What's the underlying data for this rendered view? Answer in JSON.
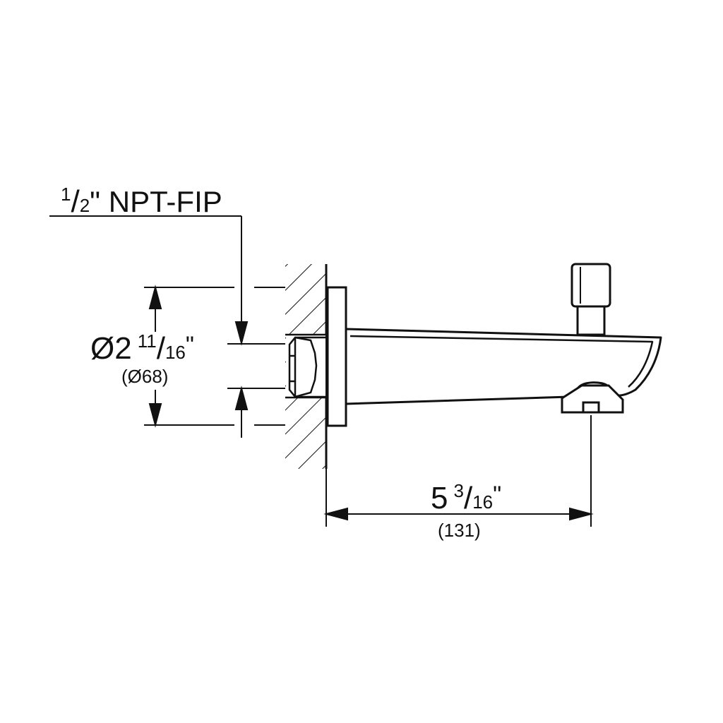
{
  "labels": {
    "thread_whole": "1",
    "thread_frac_den": "2",
    "thread_suffix": "\" NPT-FIP",
    "diameter_prefix": "Ø2",
    "diameter_frac_num": "11",
    "diameter_frac_den": "16",
    "diameter_inch_mark": "\"",
    "diameter_mm": "(Ø68)",
    "length_whole": "5",
    "length_frac_num": "3",
    "length_frac_den": "16",
    "length_inch_mark": "\"",
    "length_mm": "(131)"
  },
  "colors": {
    "line": "#111111",
    "background": "#ffffff"
  }
}
